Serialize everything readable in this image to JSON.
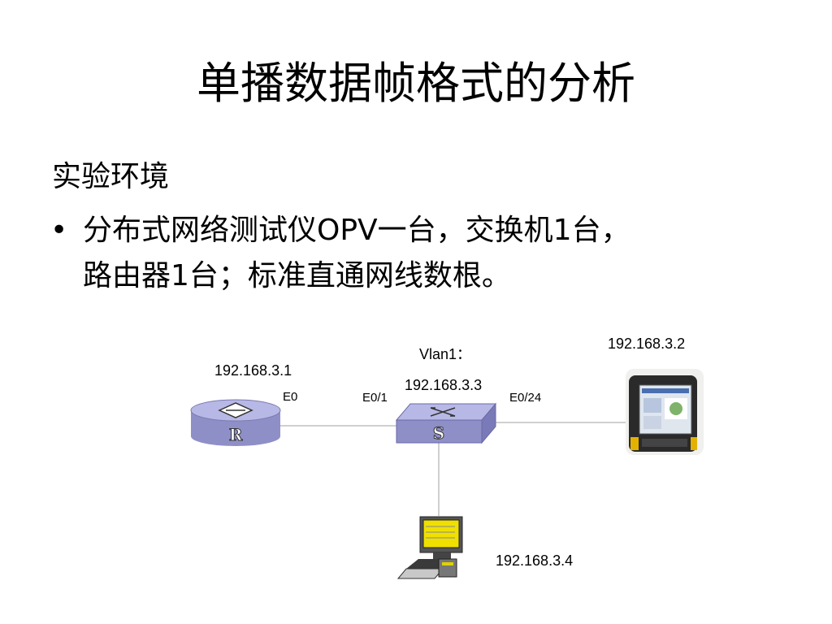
{
  "slide": {
    "title": "单播数据帧格式的分析",
    "subhead": "实验环境",
    "bullet_symbol": "•",
    "bullet_line1": "分布式网络测试仪OPV一台，交换机1台，",
    "bullet_line2": "路由器1台；标准直通网线数根。"
  },
  "diagram": {
    "router": {
      "ip": "192.168.3.1",
      "port": "E0",
      "letter": "R"
    },
    "switch": {
      "vlan": "Vlan1：",
      "ip": "192.168.3.3",
      "port_left": "E0/1",
      "port_right": "E0/24",
      "letter": "S"
    },
    "tester": {
      "ip": "192.168.3.2"
    },
    "pc": {
      "ip": "192.168.3.4"
    },
    "colors": {
      "device": "#8f8fc8",
      "device_top": "#b8b8e6",
      "link": "#a0a0a0"
    }
  }
}
